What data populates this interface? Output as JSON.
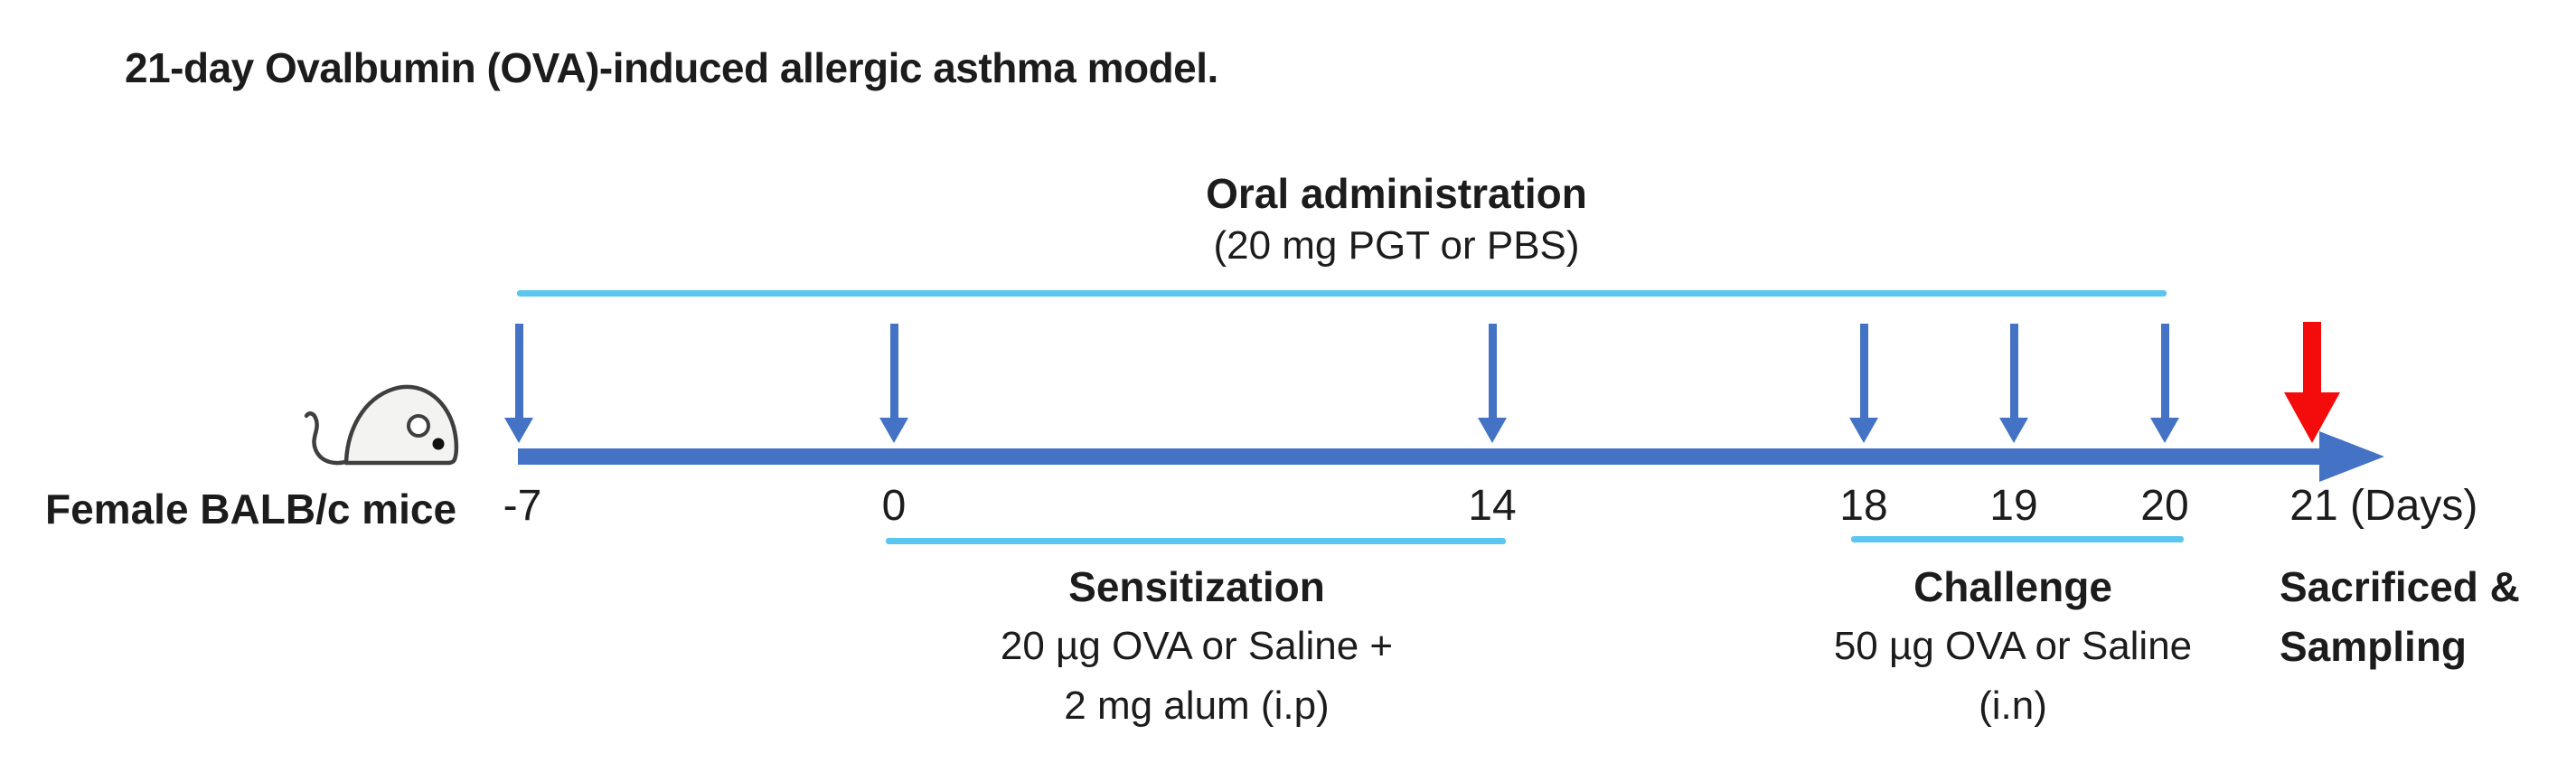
{
  "title": "21-day Ovalbumin (OVA)-induced allergic asthma model.",
  "subject": {
    "label": "Female BALB/c mice",
    "icon": "mouse-icon"
  },
  "oral_administration": {
    "title": "Oral administration",
    "detail": "(20 mg PGT or PBS)"
  },
  "timeline": {
    "unit_label": "(Days)",
    "days": [
      {
        "label": "-7",
        "arrow": "blue"
      },
      {
        "label": "0",
        "arrow": "blue"
      },
      {
        "label": "14",
        "arrow": "blue"
      },
      {
        "label": "18",
        "arrow": "blue"
      },
      {
        "label": "19",
        "arrow": "blue"
      },
      {
        "label": "20",
        "arrow": "blue"
      },
      {
        "label": "21",
        "arrow": "red"
      }
    ]
  },
  "sensitization": {
    "title": "Sensitization",
    "line1": "20 µg OVA or Saline +",
    "line2": "2 mg alum (i.p)"
  },
  "challenge": {
    "title": "Challenge",
    "line1": "50 µg OVA or Saline",
    "line2": "(i.n)"
  },
  "endpoint": {
    "line1": "Sacrificed &",
    "line2": "Sampling"
  },
  "colors": {
    "timeline_blue": "#4472C4",
    "bracket_light_blue": "#5BC6F0",
    "endpoint_red": "#F40C0C",
    "text": "#1c1c1c",
    "mouse_fill": "#F3F3F1",
    "mouse_outline": "#3F3F3F"
  }
}
